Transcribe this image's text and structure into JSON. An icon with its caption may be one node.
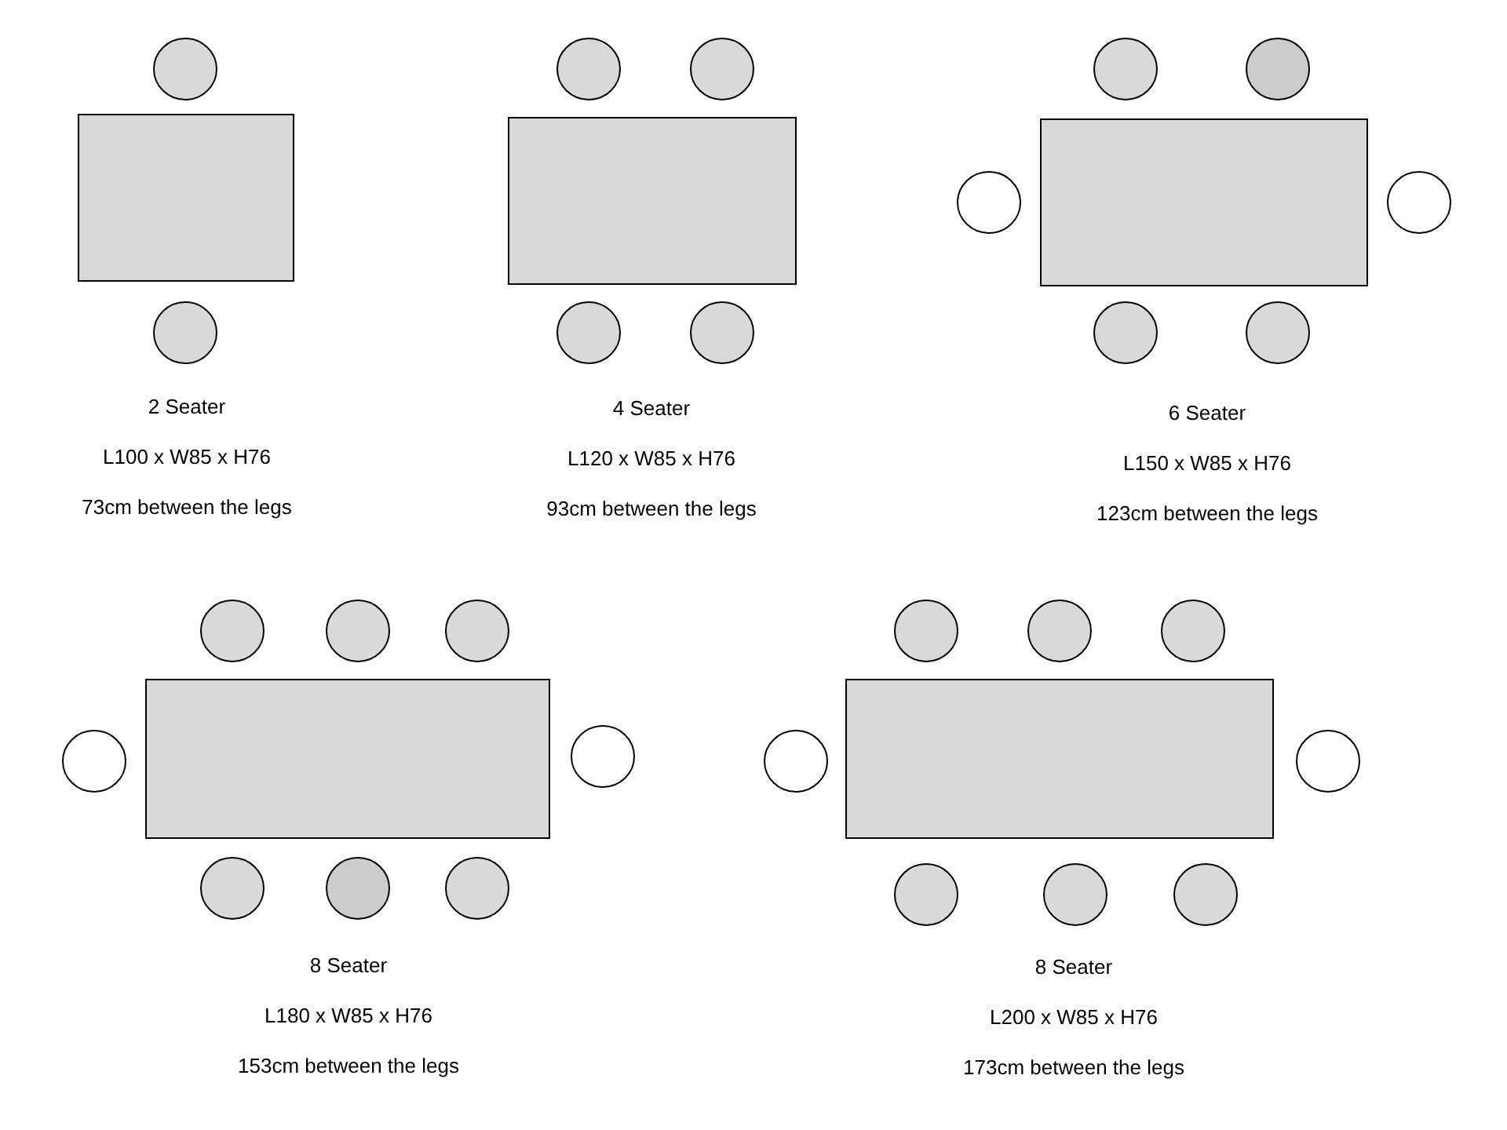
{
  "diagram": {
    "labels": [
      "2 Seater",
      "L100 x W85 x H76",
      "73cm between the legs",
      "4 Seater",
      "L120 x W85 x H76",
      "93cm between the legs",
      "6 Seater",
      "L150 x W85 x H76",
      "123cm between the legs",
      "8 Seater",
      "L180 x W85 x H76",
      "153cm between the legs",
      "8 Seater",
      "L200 x W85 x H76",
      "173cm between the legs"
    ]
  }
}
